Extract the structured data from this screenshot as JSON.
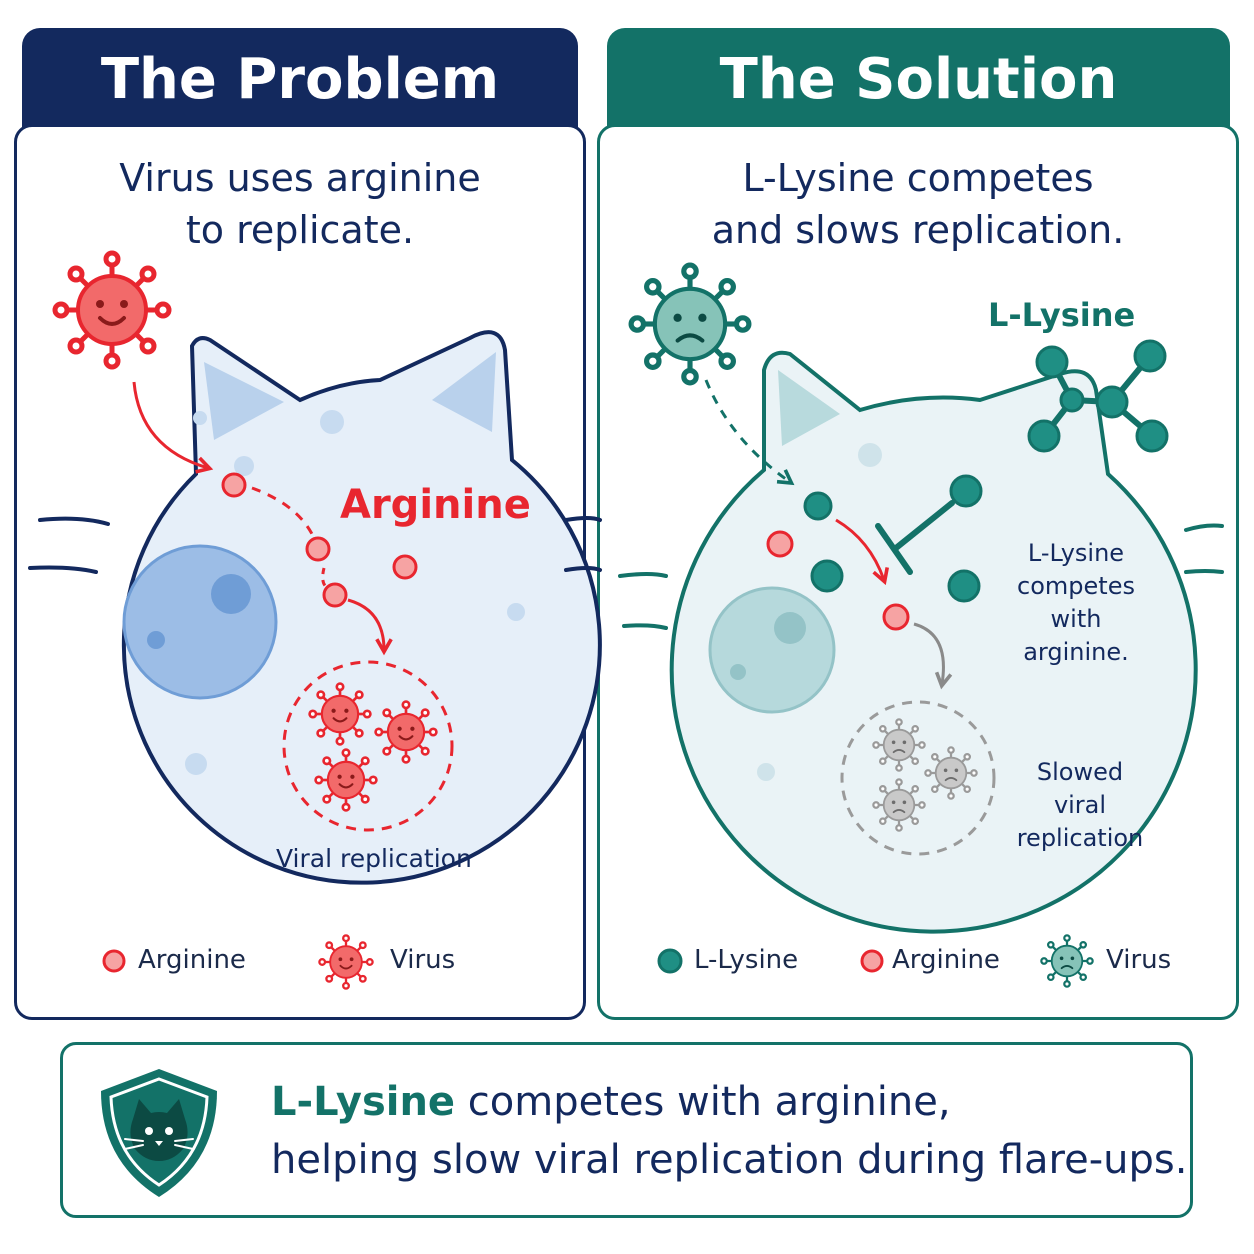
{
  "problem": {
    "title": "The Problem",
    "subtitle_line1": "Virus uses arginine",
    "subtitle_line2": "to replicate.",
    "arginine_label": "Arginine",
    "replication_label": "Viral replication",
    "legend": [
      {
        "label": "Arginine",
        "icon": "arginine-dot"
      },
      {
        "label": "Virus",
        "icon": "virus-icon"
      }
    ]
  },
  "solution": {
    "title": "The Solution",
    "subtitle_line1": "L-Lysine competes",
    "subtitle_line2": "and slows replication.",
    "lysine_label": "L-Lysine",
    "compete_line1": "L-Lysine",
    "compete_line2": "competes with",
    "compete_line3": "arginine.",
    "slowed_line1": "Slowed",
    "slowed_line2": "viral replication",
    "legend": [
      {
        "label": "L-Lysine",
        "icon": "lysine-dot"
      },
      {
        "label": "Arginine",
        "icon": "arginine-dot"
      },
      {
        "label": "Virus",
        "icon": "virus-icon"
      }
    ]
  },
  "footer": {
    "accent": "L-Lysine",
    "line1_rest": " competes with arginine,",
    "line2": "helping slow viral replication during flare-ups.",
    "icon": "cat-shield-icon"
  },
  "colors": {
    "navy": "#13295e",
    "teal": "#137268",
    "red": "#e8262f",
    "gray": "#a6a6a6"
  }
}
